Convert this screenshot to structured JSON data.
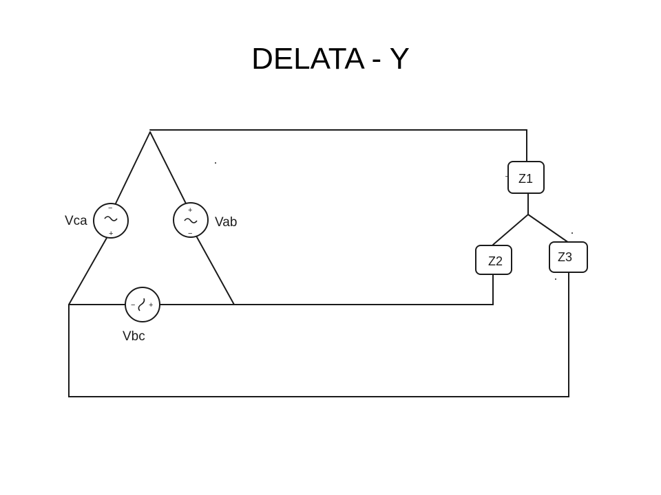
{
  "slide": {
    "title": "DELATA - Y"
  },
  "diagram": {
    "sources": [
      {
        "label": "Vca",
        "polarity_top": "−",
        "polarity_bottom": "+"
      },
      {
        "label": "Vab",
        "polarity_top": "+",
        "polarity_bottom": "−"
      },
      {
        "label": "Vbc",
        "polarity_left": "−",
        "polarity_right": "+"
      }
    ],
    "impedances": [
      {
        "label": "Z1"
      },
      {
        "label": "Z2"
      },
      {
        "label": "Z3"
      }
    ]
  }
}
